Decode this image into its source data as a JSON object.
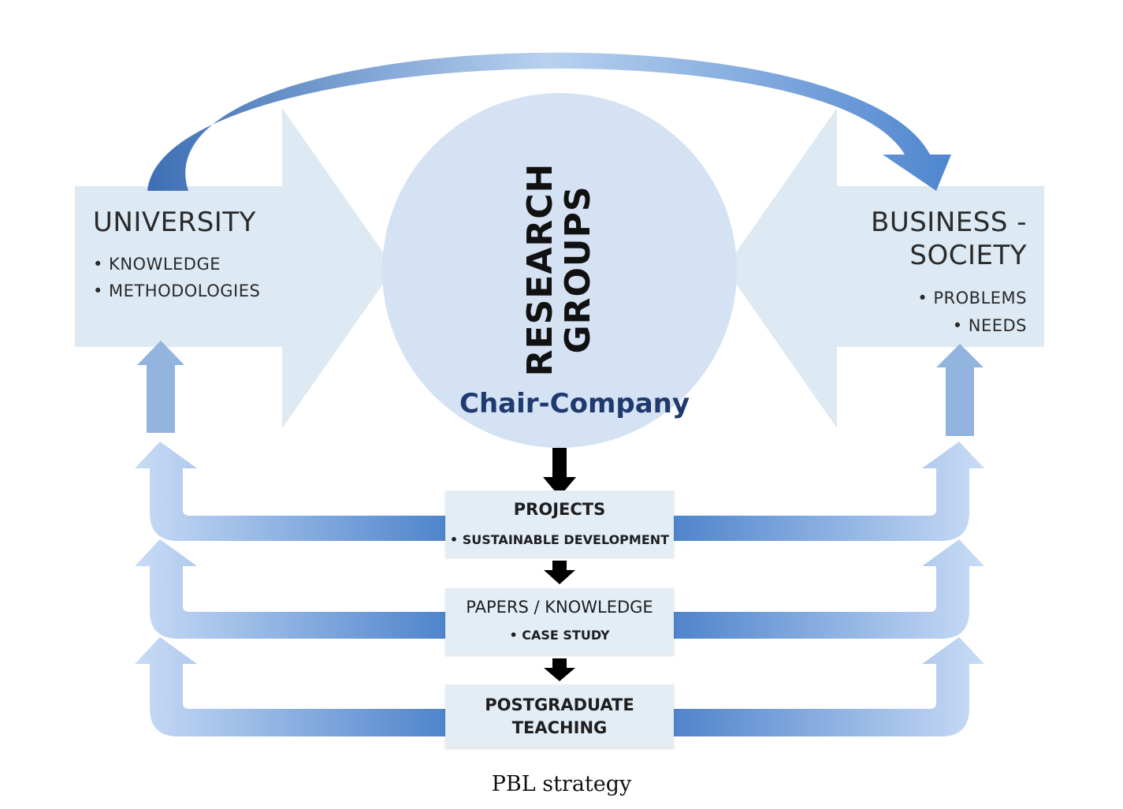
{
  "university": {
    "title": "UNIVERSITY",
    "bullets": [
      "• KNOWLEDGE",
      "• METHODOLOGIES"
    ]
  },
  "business": {
    "title_line1": "BUSINESS -",
    "title_line2": "SOCIETY",
    "bullets": [
      "• PROBLEMS",
      "• NEEDS"
    ]
  },
  "research": {
    "line1": "RESEARCH",
    "line2": "GROUPS",
    "subtitle": "Chair-Company"
  },
  "outputs": {
    "projects": {
      "title": "PROJECTS",
      "bullet": "• SUSTAINABLE DEVELOPMENT"
    },
    "papers": {
      "title": "PAPERS / KNOWLEDGE",
      "bullet": "• CASE STUDY"
    },
    "teaching": {
      "line1": "POSTGRADUATE",
      "line2": "TEACHING"
    }
  },
  "caption": "PBL strategy",
  "colors": {
    "pale_arrow": "#dde9f3",
    "circle": "#d4e2f2",
    "curved_arrow": "#4a7fc3",
    "flow_arrow": "#8fb4e8",
    "box": "#e3edf6",
    "down_arrow": "#000000"
  }
}
